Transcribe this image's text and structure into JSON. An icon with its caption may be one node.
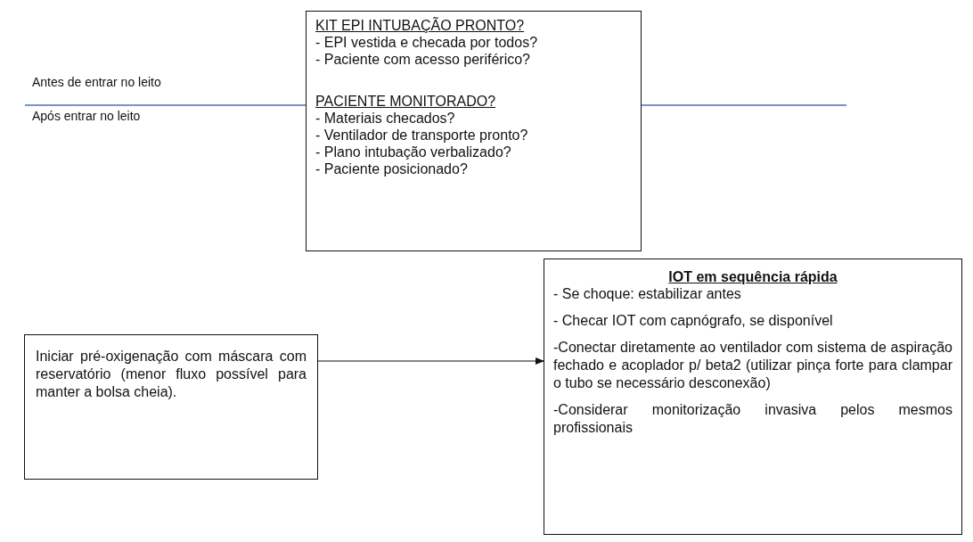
{
  "diagram": {
    "nodes": [
      {
        "text": [
          "KIT EPI INTUBAÇÃO PRONTO?",
          "- EPI vestida e checada por todos?",
          "- Paciente com acesso periférico?",
          "PACIENTE MONITORADO?",
          "- Materiais checados?",
          "- Ventilador de transporte pronto?",
          "- Plano intubação verbalizado?",
          "- Paciente posicionado?"
        ]
      },
      {
        "text": [
          "Iniciar pré-oxigenação com máscara com reservatório (menor fluxo possível para manter a bolsa cheia)."
        ]
      },
      {
        "text": [
          "IOT em sequência rápida",
          "- Se choque: estabilizar antes",
          "- Checar IOT com capnógrafo, se disponível",
          "-Conectar diretamente ao ventilador com sistema de aspiração fechado e acoplador p/ beta2 (utilizar pinça forte para clampar o tubo se necessário desconexão)",
          "-Considerar monitorização invasiva pelos mesmos profissionais"
        ]
      }
    ],
    "edges": [
      {
        "from": 1,
        "to": 2,
        "arrow": "to"
      }
    ],
    "labels": [
      "Antes de entrar no leito",
      "Após entrar no leito"
    ]
  }
}
